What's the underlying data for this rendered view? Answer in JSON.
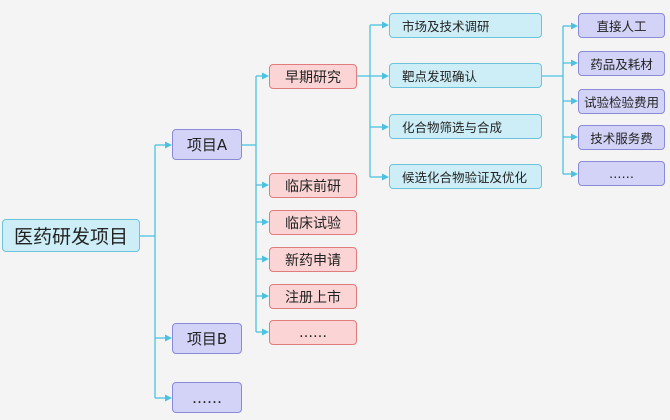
{
  "root": "医药研发项目",
  "projects": [
    "项目A",
    "项目B",
    "……"
  ],
  "phases": [
    "早期研究",
    "临床前研",
    "临床试验",
    "新药申请",
    "注册上市",
    "……"
  ],
  "early_steps": [
    "市场及技术调研",
    "靶点发现确认",
    "化合物筛选与合成",
    "候选化合物验证及优化"
  ],
  "costs": [
    "直接人工",
    "药品及耗材",
    "试验检验费用",
    "技术服务费",
    "……"
  ],
  "colors": {
    "connector": "#4cc2e0",
    "blue_fill": "#cdeef7",
    "purple_fill": "#d3d3f7",
    "red_fill": "#fbd5d5"
  }
}
